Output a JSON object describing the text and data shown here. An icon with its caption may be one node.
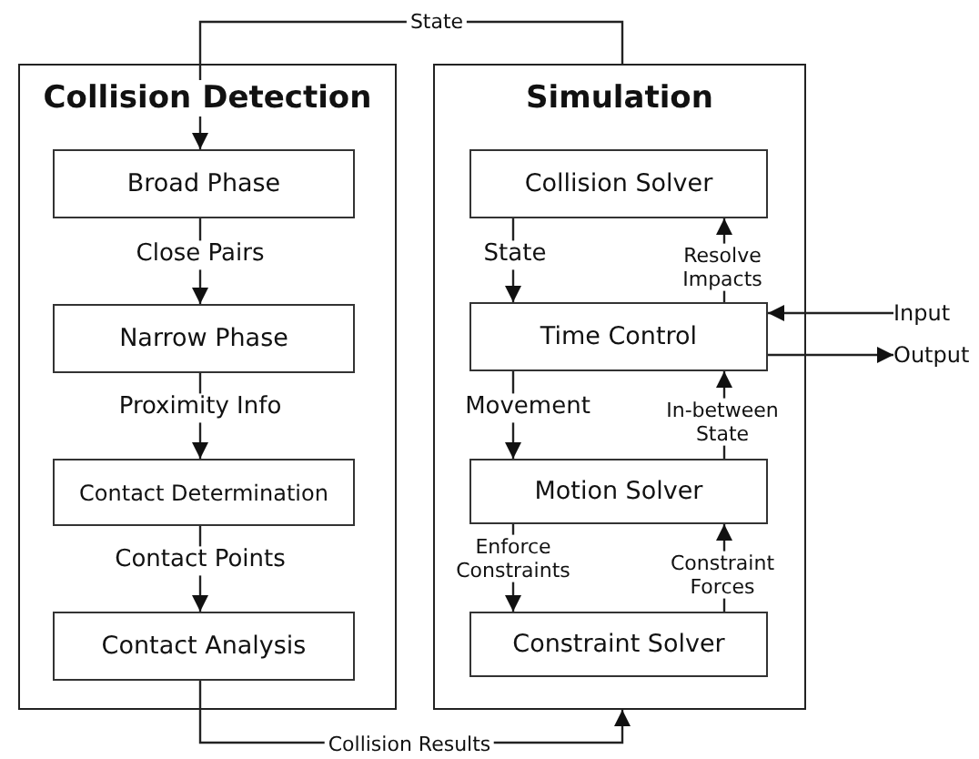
{
  "diagram": {
    "nodes": [
      {
        "text": [
          "Collision Detection"
        ]
      },
      {
        "text": [
          "Broad Phase"
        ],
        "in": 0
      },
      {
        "text": [
          "Narrow Phase"
        ],
        "in": 0
      },
      {
        "text": [
          "Contact Determination"
        ],
        "in": 0
      },
      {
        "text": [
          "Contact Analysis"
        ],
        "in": 0
      },
      {
        "text": [
          "Simulation"
        ]
      },
      {
        "text": [
          "Collision Solver"
        ],
        "in": 5
      },
      {
        "text": [
          "Time Control"
        ],
        "in": 5
      },
      {
        "text": [
          "Motion Solver"
        ],
        "in": 5
      },
      {
        "text": [
          "Constraint Solver"
        ],
        "in": 5
      },
      {
        "text": [
          "Input"
        ]
      },
      {
        "text": [
          "Output"
        ]
      }
    ],
    "edges": [
      {
        "from": 5,
        "to": 1,
        "arrow": "to",
        "label": "State"
      },
      {
        "from": 1,
        "to": 2,
        "arrow": "to",
        "label": "Close Pairs"
      },
      {
        "from": 2,
        "to": 3,
        "arrow": "to",
        "label": "Proximity Info"
      },
      {
        "from": 3,
        "to": 4,
        "arrow": "to",
        "label": "Contact Points"
      },
      {
        "from": 4,
        "to": 5,
        "arrow": "to",
        "label": "Collision Results"
      },
      {
        "from": 6,
        "to": 7,
        "arrow": "to",
        "label": "State"
      },
      {
        "from": 7,
        "to": 6,
        "arrow": "to",
        "label": "Resolve Impacts"
      },
      {
        "from": 7,
        "to": 8,
        "arrow": "to",
        "label": "Movement"
      },
      {
        "from": 8,
        "to": 7,
        "arrow": "to",
        "label": "In-between State"
      },
      {
        "from": 8,
        "to": 9,
        "arrow": "to",
        "label": "Enforce Constraints"
      },
      {
        "from": 9,
        "to": 8,
        "arrow": "to",
        "label": "Constraint Forces"
      },
      {
        "from": 10,
        "to": 7,
        "arrow": "to"
      },
      {
        "from": 7,
        "to": 11,
        "arrow": "to"
      }
    ]
  }
}
